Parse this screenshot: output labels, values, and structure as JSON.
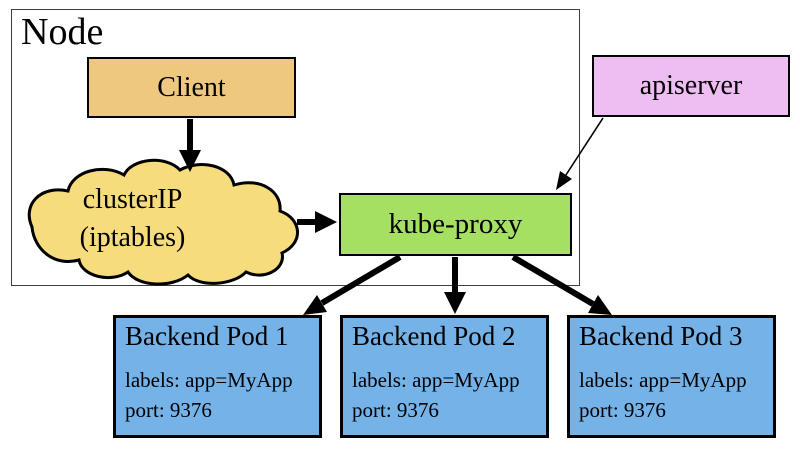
{
  "node": {
    "label": "Node",
    "client_label": "Client",
    "cluster_ip": {
      "line1": "clusterIP",
      "line2": "(iptables)"
    },
    "kube_proxy_label": "kube-proxy"
  },
  "apiserver_label": "apiserver",
  "pods": [
    {
      "title": "Backend Pod 1",
      "labels": "labels: app=MyApp",
      "port": "port: 9376"
    },
    {
      "title": "Backend Pod 2",
      "labels": "labels: app=MyApp",
      "port": "port: 9376"
    },
    {
      "title": "Backend Pod 3",
      "labels": "labels: app=MyApp",
      "port": "port: 9376"
    }
  ],
  "edges": [
    {
      "from": "Client",
      "to": "clusterIP (iptables)",
      "style": "thick-arrow"
    },
    {
      "from": "clusterIP (iptables)",
      "to": "kube-proxy",
      "style": "thick-arrow"
    },
    {
      "from": "apiserver",
      "to": "kube-proxy",
      "style": "thin-arrow"
    },
    {
      "from": "kube-proxy",
      "to": "Backend Pod 1",
      "style": "thick-arrow"
    },
    {
      "from": "kube-proxy",
      "to": "Backend Pod 2",
      "style": "thick-arrow"
    },
    {
      "from": "kube-proxy",
      "to": "Backend Pod 3",
      "style": "thick-arrow"
    }
  ],
  "colors": {
    "client": "#efc87f",
    "cluster_ip_cloud": "#f6dc7d",
    "kube_proxy": "#a5e063",
    "apiserver": "#eebdf2",
    "backend_pod": "#74b2e7",
    "arrow": "#000000",
    "node_border": "#3d3d3d"
  }
}
